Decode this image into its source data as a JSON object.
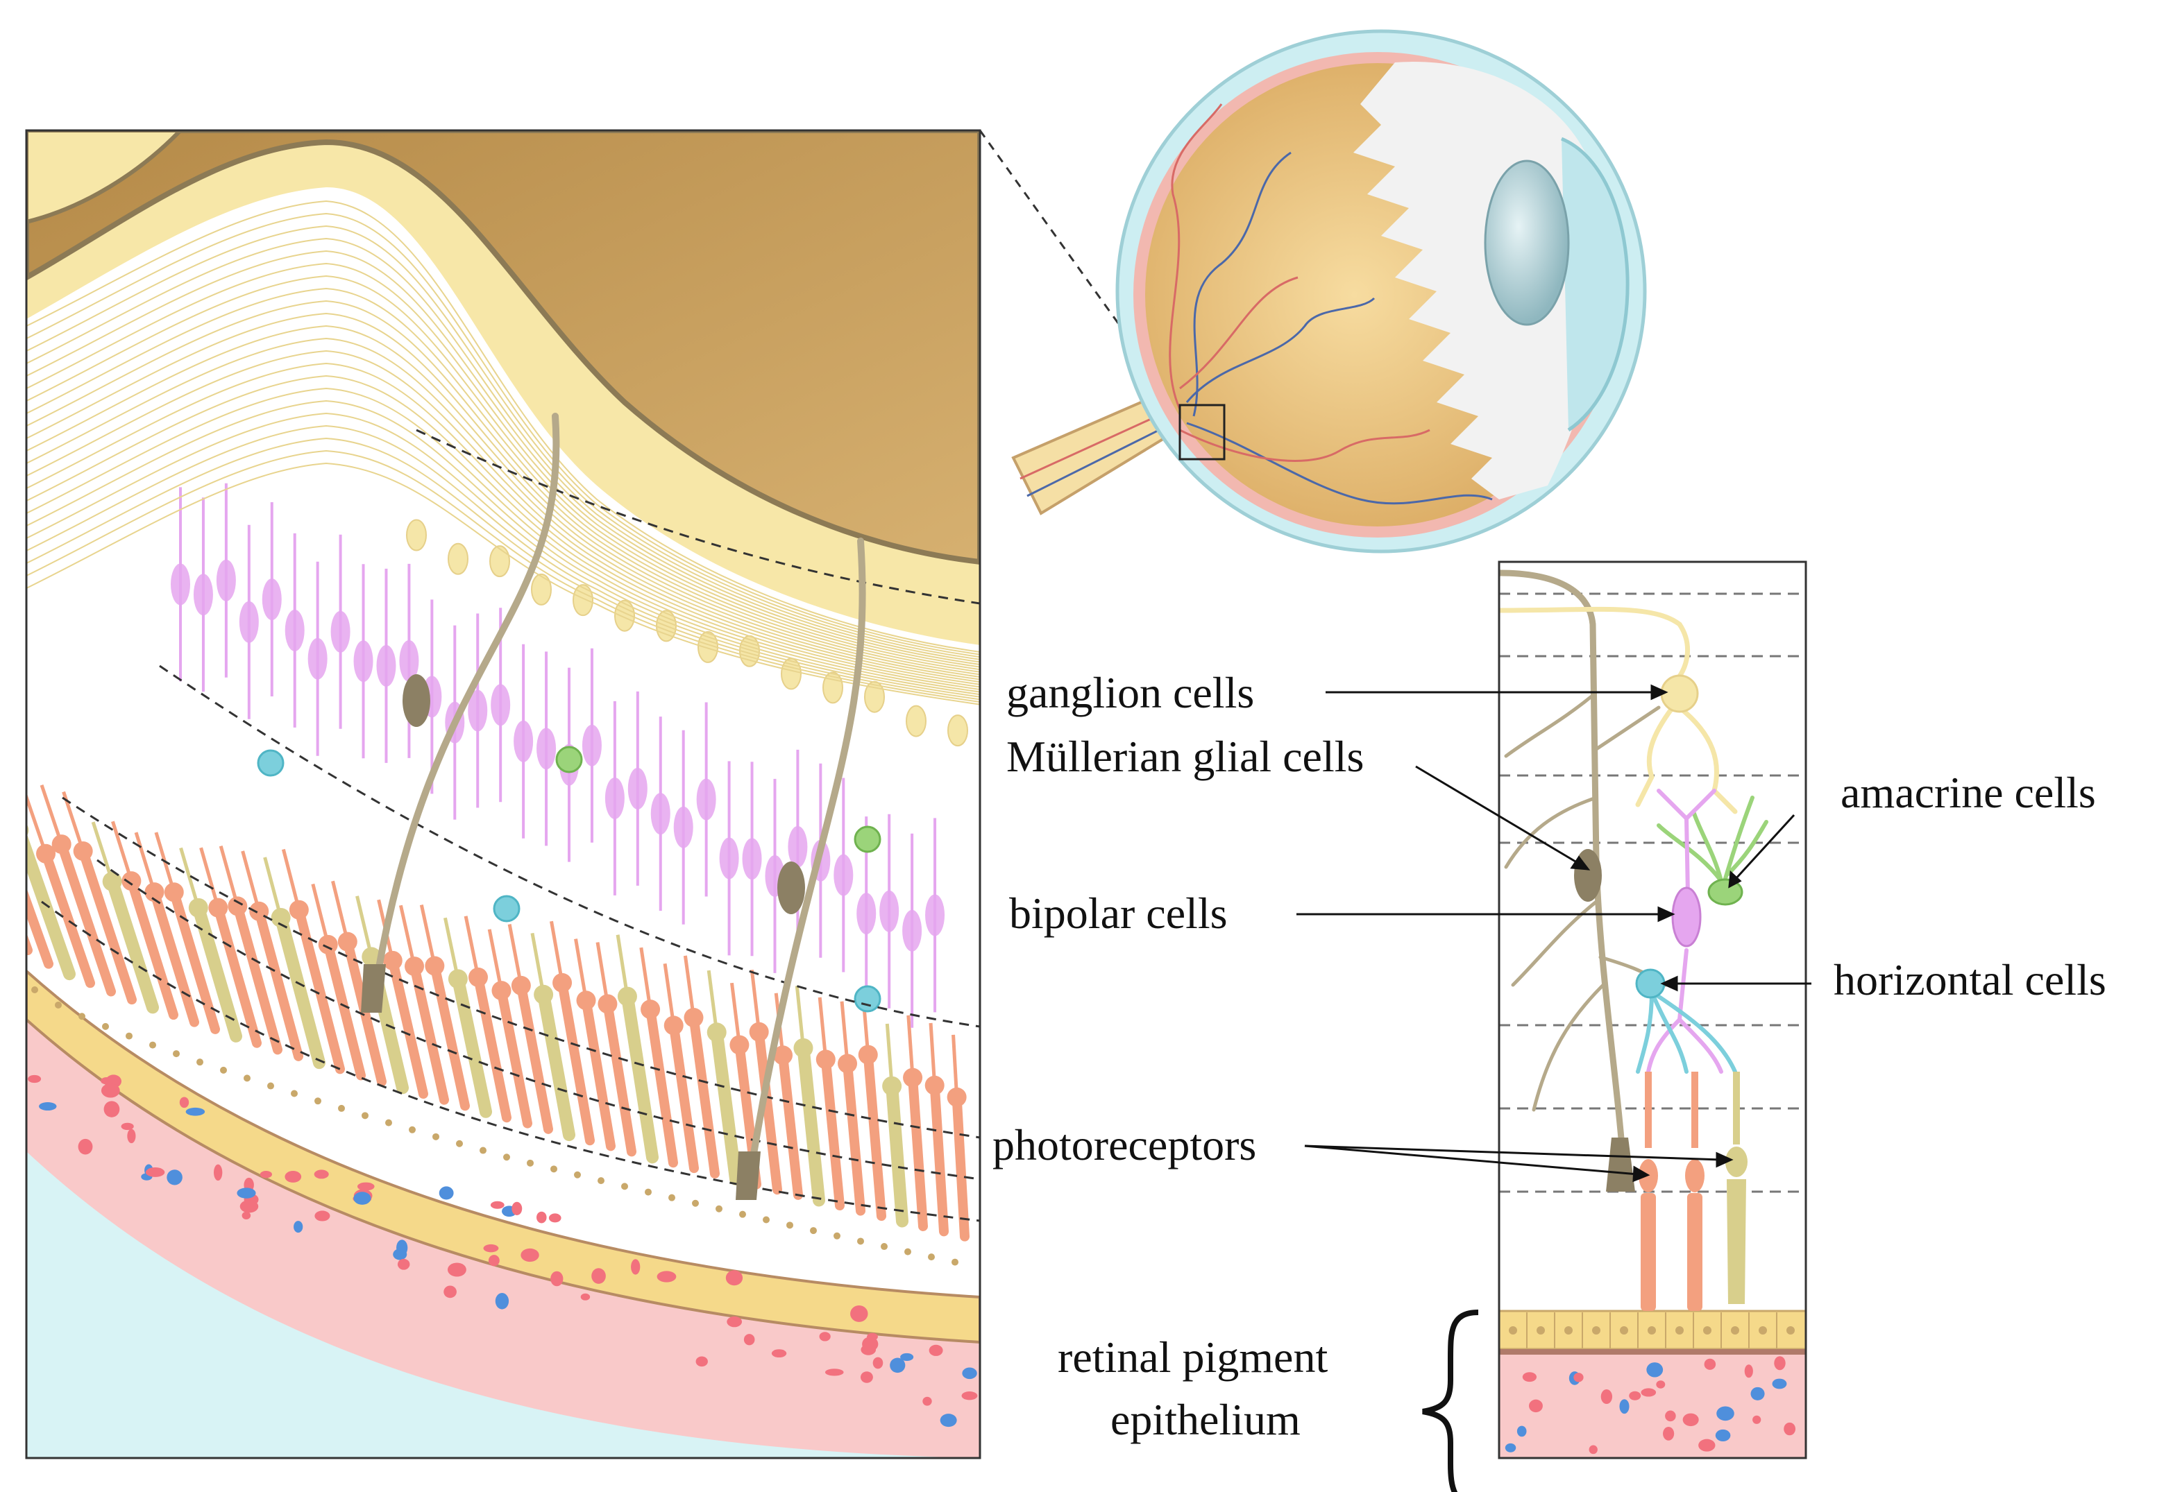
{
  "labels": {
    "ganglion": "ganglion cells",
    "muller": "Müllerian glial cells",
    "amacrine": "amacrine cells",
    "bipolar": "bipolar cells",
    "horizontal": "horizontal cells",
    "photoreceptors": "photoreceptors",
    "rpe_line1": "retinal pigment",
    "rpe_line2": "epithelium"
  },
  "colors": {
    "ganglion": "#f5e6a8",
    "muller": "#b5a98a",
    "amacrine": "#9bd47a",
    "bipolar": "#e5a6ef",
    "horizontal": "#7ccfdc",
    "rod": "#f3a07f",
    "cone": "#d8cf8c",
    "nerve_fiber": "#f7e7a8",
    "vitreous": "#c9a765",
    "epithelium": "#f5d98a",
    "choroid": "#f9c9c9",
    "choroid_dot_red": "#f2717e",
    "choroid_dot_blue": "#4f8fdc",
    "sclera": "#d8f3f5"
  }
}
